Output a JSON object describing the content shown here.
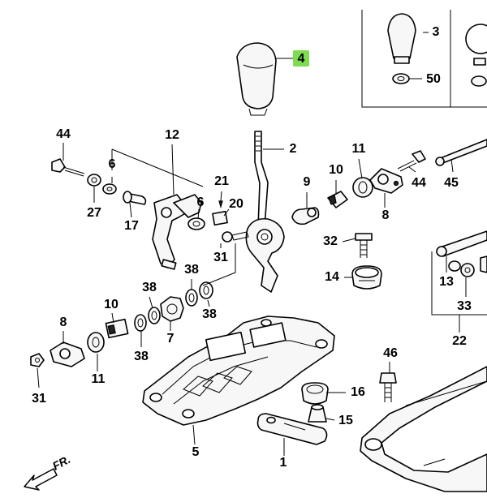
{
  "callouts": {
    "c1": "1",
    "c2": "2",
    "c3": "3",
    "c4": "4",
    "c5": "5",
    "c6a": "6",
    "c6b": "6",
    "c7": "7",
    "c8a": "8",
    "c8b": "8",
    "c9": "9",
    "c10a": "10",
    "c10b": "10",
    "c11a": "11",
    "c11b": "11",
    "c12": "12",
    "c13": "13",
    "c14": "14",
    "c15": "15",
    "c16": "16",
    "c17": "17",
    "c20": "20",
    "c21": "21",
    "c22": "22",
    "c27": "27",
    "c31a": "31",
    "c31b": "31",
    "c32": "32",
    "c33": "33",
    "c38a": "38",
    "c38b": "38",
    "c38c": "38",
    "c38d": "38",
    "c44a": "44",
    "c44b": "44",
    "c45": "45",
    "c46": "46",
    "c50": "50"
  },
  "highlight_color": "#7ddc4f",
  "direction_label": "FR."
}
